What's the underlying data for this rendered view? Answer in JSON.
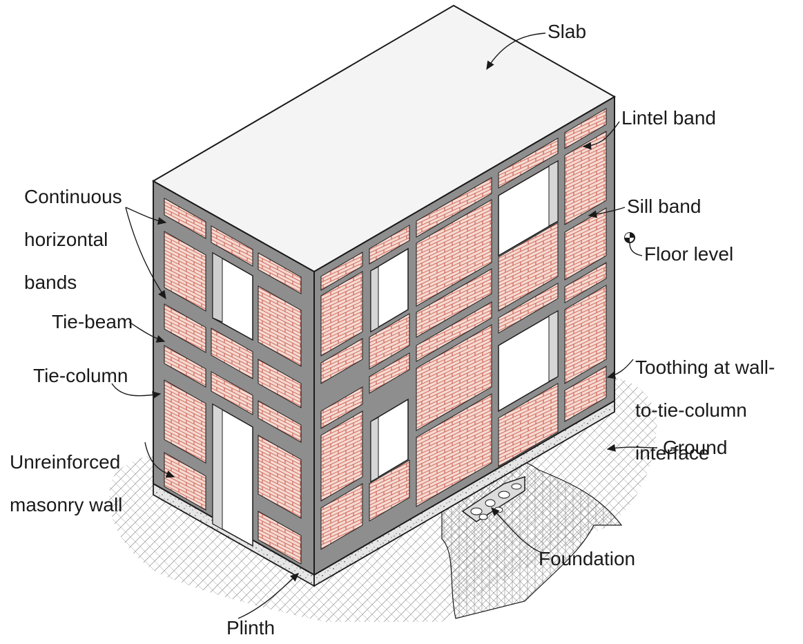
{
  "labels": {
    "slab": "Slab",
    "lintel_band": "Lintel band",
    "sill_band": "Sill band",
    "floor_level": "Floor level",
    "continuous_bands": [
      "Continuous",
      "horizontal",
      "bands"
    ],
    "tie_beam": "Tie-beam",
    "tie_column": "Tie-column",
    "toothing": [
      "Toothing at wall-",
      "to-tie-column",
      "interface"
    ],
    "urm_wall": [
      "Unreinforced",
      "masonry wall"
    ],
    "ground": "Ground",
    "foundation": "Foundation",
    "plinth": "Plinth"
  },
  "colors": {
    "frame": "#8e8e8e",
    "brick": "#d9786a",
    "brick_bg": "#f3d7cf",
    "slab": "#f4f4f4",
    "outline": "#1a1a1a"
  }
}
